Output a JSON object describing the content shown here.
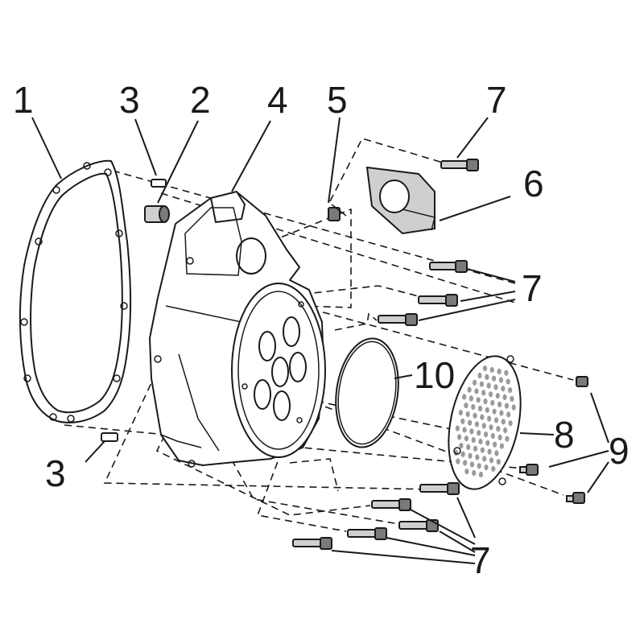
{
  "diagram": {
    "callouts": {
      "c1": "1",
      "c2": "2",
      "c3_top": "3",
      "c3_bottom": "3",
      "c4": "4",
      "c5": "5",
      "c6": "6",
      "c7_top": "7",
      "c7_mid": "7",
      "c7_bottom": "7",
      "c8": "8",
      "c9": "9",
      "c10": "10"
    }
  }
}
